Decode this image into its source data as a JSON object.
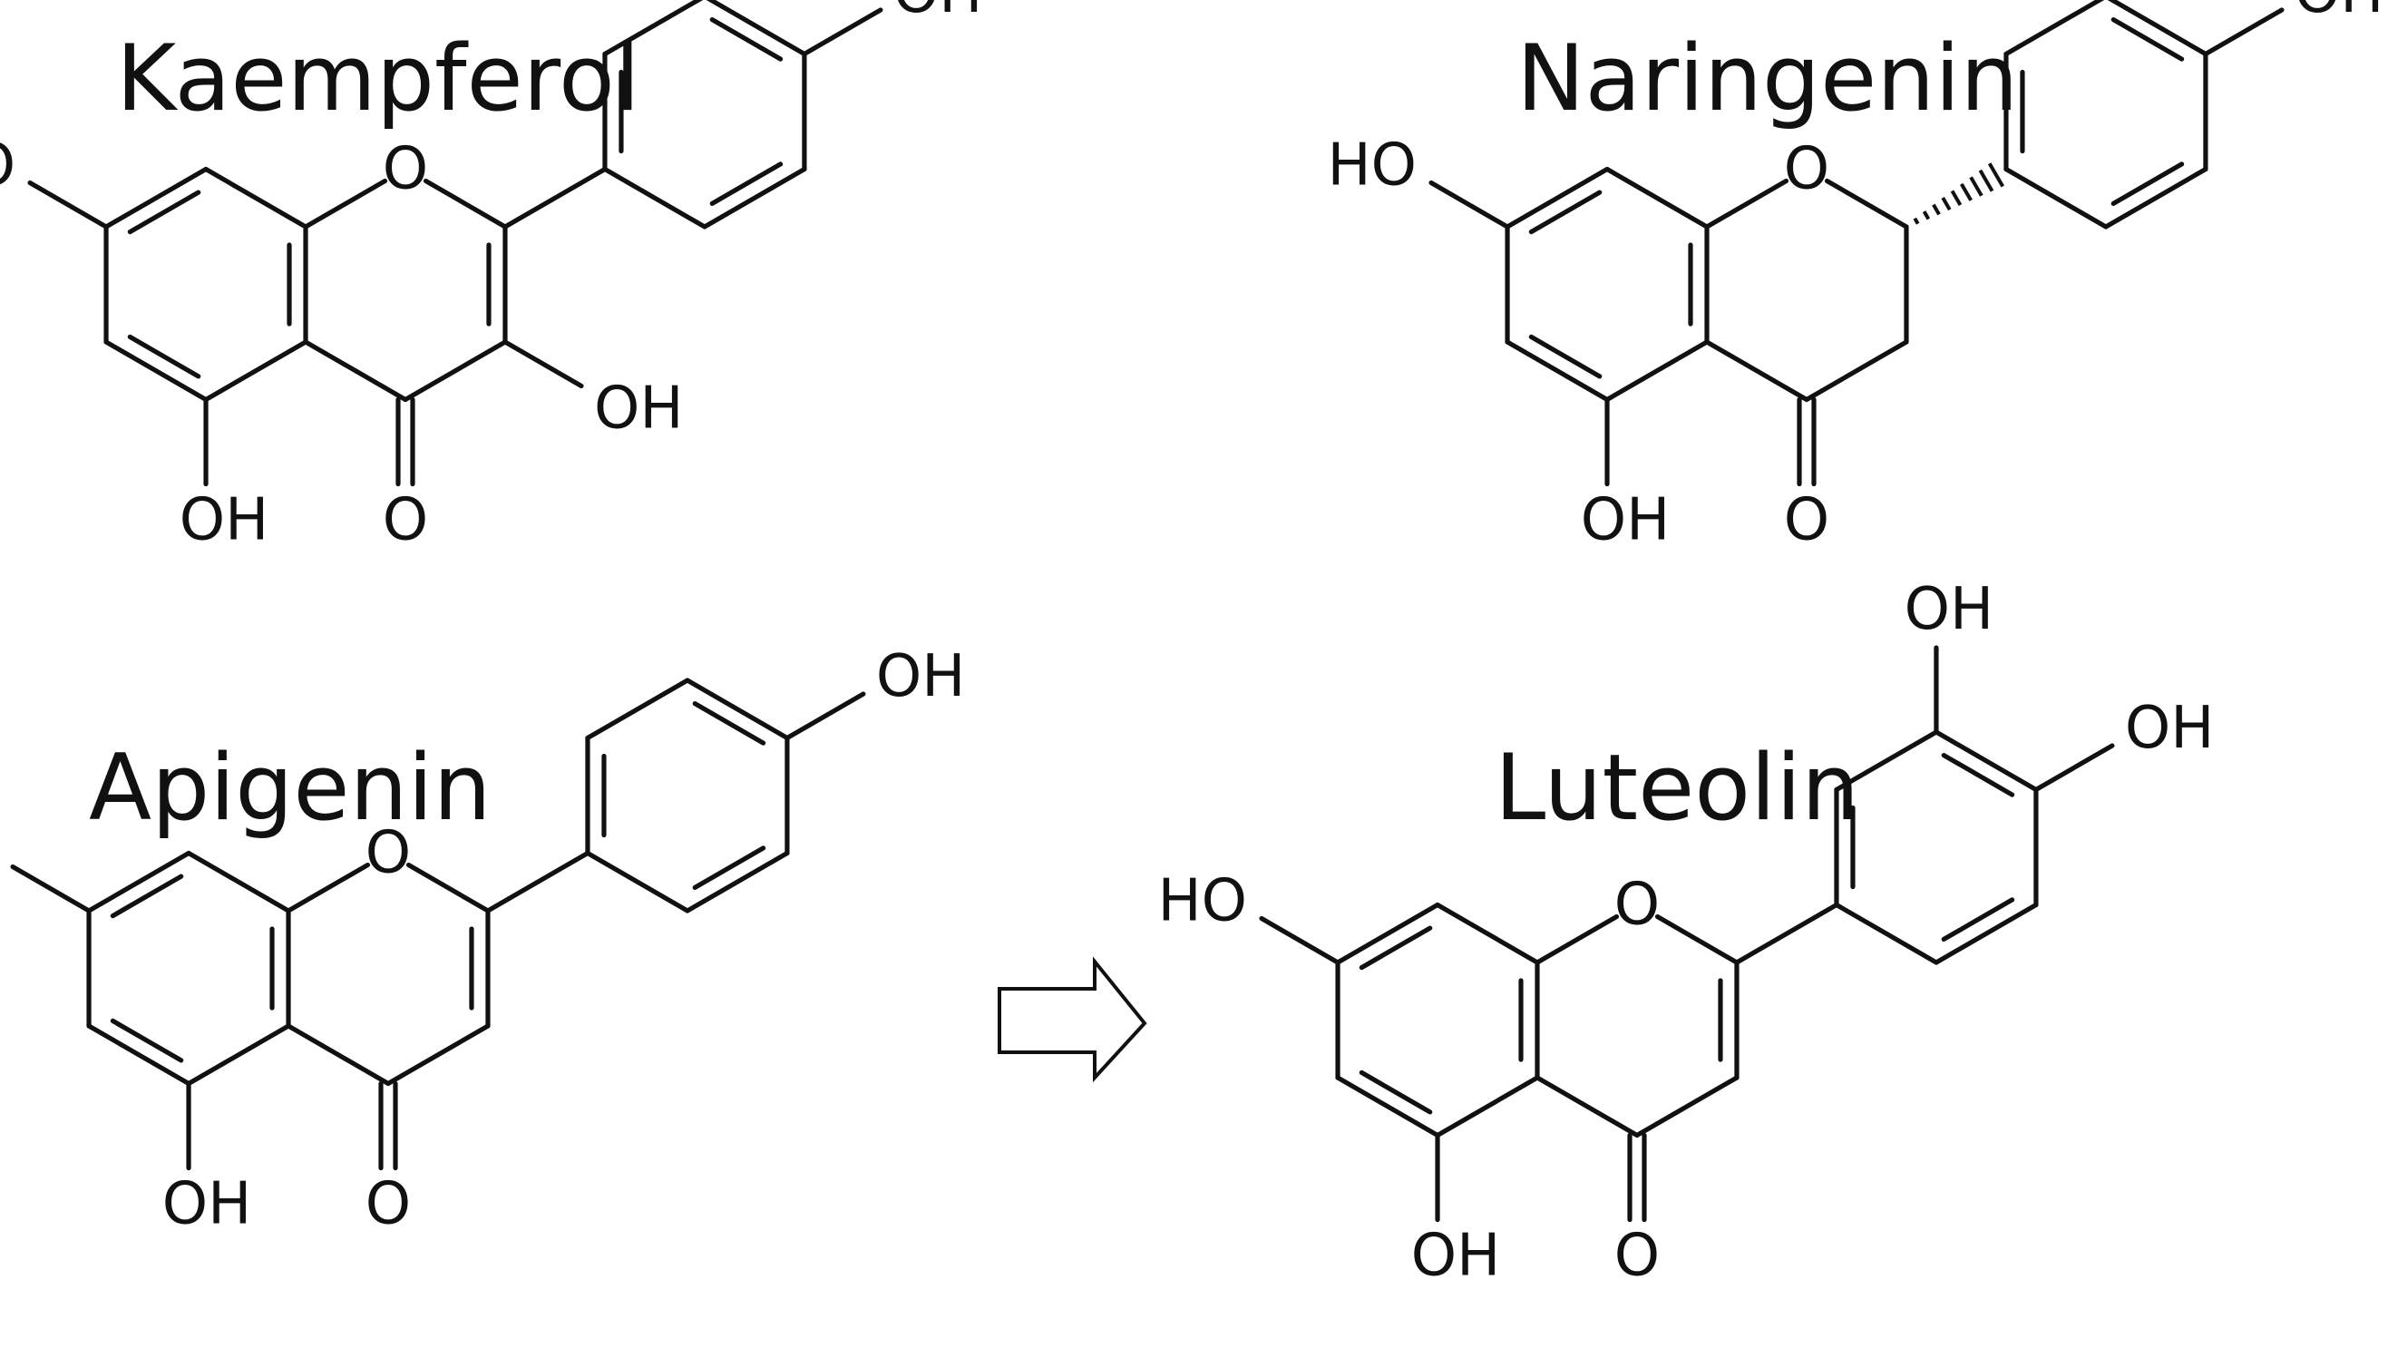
{
  "colors": {
    "ink": "#111111",
    "background": "#ffffff"
  },
  "molecules": [
    {
      "id": "kaempferol",
      "name": "Kaempferol",
      "oh3": true,
      "oh3p": false,
      "stereo_c2": false
    },
    {
      "id": "naringenin",
      "name": "Naringenin",
      "oh3": false,
      "oh3p": false,
      "stereo_c2": true
    },
    {
      "id": "apigenin",
      "name": "Apigenin",
      "oh3": false,
      "oh3p": false,
      "stereo_c2": false
    },
    {
      "id": "luteolin",
      "name": "Luteolin",
      "oh3": false,
      "oh3p": true,
      "stereo_c2": false
    }
  ],
  "atom_labels": {
    "hydroxyl": "OH",
    "hydroxyl_left": "HO",
    "ring_oxygen": "O",
    "carbonyl_oxygen": "O"
  },
  "arrow": {
    "icon": "open-block-arrow-right-icon",
    "from": "apigenin",
    "to": "luteolin"
  }
}
